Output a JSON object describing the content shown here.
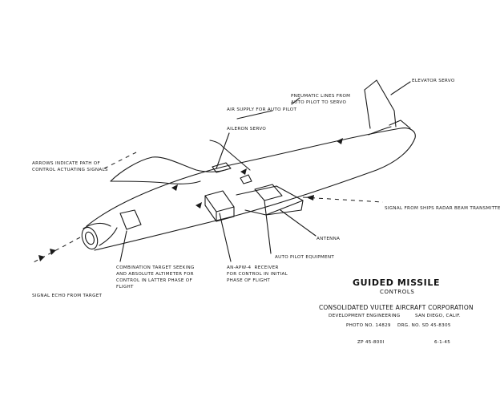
{
  "callouts": {
    "elevator_servo": "ELEVATOR SERVO",
    "pneumatic_lines": "PNEUMATIC LINES FROM\nAUTO PILOT TO SERVO",
    "air_supply": "AIR SUPPLY FOR AUTO PILOT",
    "aileron_servo": "AILERON SERVO",
    "arrows_path": "ARROWS INDICATE PATH OF\nCONTROL ACTUATING SIGNALS",
    "signal_radar": "SIGNAL FROM SHIPS RADAR BEAM TRANSMITTER",
    "antenna": "ANTENNA",
    "auto_pilot_equipment": "AUTO PILOT EQUIPMENT",
    "combination_target": "COMBINATION TARGET SEEKING\nAND ABSOLUTE ALTIMETER FOR\nCONTROL IN LATTER PHASE OF\nFLIGHT",
    "receiver": "AN-APW-4  RECEIVER\nFOR CONTROL IN INITIAL\nPHASE OF FLIGHT",
    "signal_echo": "SIGNAL ECHO FROM TARGET"
  },
  "title_block": {
    "title": "GUIDED MISSILE",
    "subtitle": "CONTROLS",
    "company": "CONSOLIDATED VULTEE AIRCRAFT CORPORATION",
    "department": "DEVELOPMENT ENGINEERING",
    "location": "SAN DIEGO, CALIF.",
    "photo_no": "PHOTO NO. 14829",
    "drg_no": "DRG. NO. SD 45-8305",
    "zp_no": "ZP 45-800I",
    "date": "6-1-45"
  }
}
